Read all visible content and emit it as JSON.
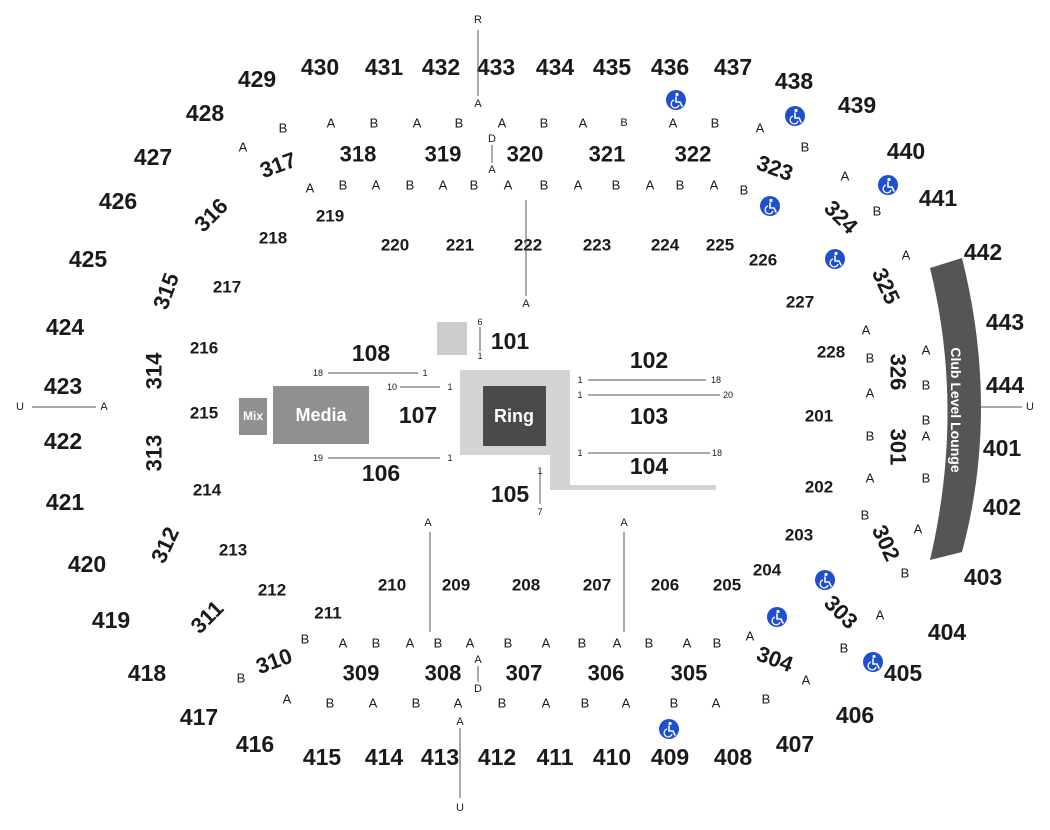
{
  "floor": {
    "ring": "Ring",
    "media": "Media",
    "mix": "Mix",
    "club_lounge": "Club Level Lounge",
    "colors": {
      "floor_gray": "#d4d4d4",
      "ring": "#4a4a4a",
      "media": "#909090",
      "lounge": "#555555",
      "ada": "#1f4fd1"
    }
  },
  "sections_100": [
    "101",
    "102",
    "103",
    "104",
    "105",
    "106",
    "107",
    "108"
  ],
  "sections_200": [
    "201",
    "202",
    "203",
    "204",
    "205",
    "206",
    "207",
    "208",
    "209",
    "210",
    "211",
    "212",
    "213",
    "214",
    "215",
    "216",
    "217",
    "218",
    "219",
    "220",
    "221",
    "222",
    "223",
    "224",
    "225",
    "226",
    "227",
    "228"
  ],
  "sections_300": [
    "301",
    "302",
    "303",
    "304",
    "305",
    "306",
    "307",
    "308",
    "309",
    "310",
    "311",
    "312",
    "313",
    "314",
    "315",
    "316",
    "317",
    "318",
    "319",
    "320",
    "321",
    "322",
    "323",
    "324",
    "325",
    "326"
  ],
  "sections_400": [
    "401",
    "402",
    "403",
    "404",
    "405",
    "406",
    "407",
    "408",
    "409",
    "410",
    "411",
    "412",
    "413",
    "414",
    "415",
    "416",
    "417",
    "418",
    "419",
    "420",
    "421",
    "422",
    "423",
    "424",
    "425",
    "426",
    "427",
    "428",
    "429",
    "430",
    "431",
    "432",
    "433",
    "434",
    "435",
    "436",
    "437",
    "438",
    "439",
    "440",
    "441",
    "442",
    "443",
    "444"
  ],
  "row_labels": {
    "a": "A",
    "b": "B",
    "d": "D"
  },
  "aisle_labels": {
    "r": "R",
    "u": "U"
  },
  "seat_numbers": {
    "s1": "1",
    "s6": "6",
    "s7": "7",
    "s10": "10",
    "s18": "18",
    "s19": "19",
    "s20": "20"
  },
  "ada_icon": "wheelchair-icon"
}
